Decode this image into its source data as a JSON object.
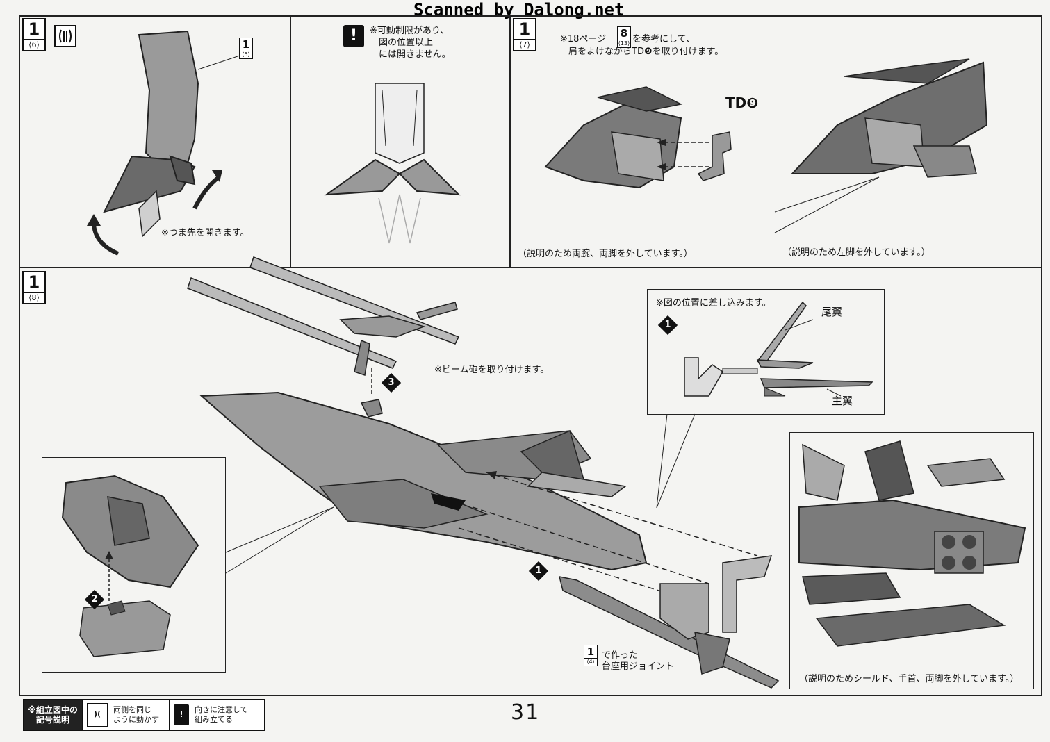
{
  "watermark": "Scanned by Dalong.net",
  "page_number": "31",
  "panels": {
    "p6": {
      "step": "1",
      "sub": "⟨6⟩",
      "ref_step": "1",
      "ref_sub": "⟨5⟩",
      "note": "※つま先を開きます。"
    },
    "p6b": {
      "warning_lines": [
        "※可動制限があり、",
        "図の位置以上",
        "には開きません。"
      ]
    },
    "p7": {
      "step": "1",
      "sub": "⟨7⟩",
      "ref_step": "8",
      "ref_sub": "⟨13⟩",
      "note_line1_a": "※18ページ",
      "note_line1_b": "を参考にして、",
      "note_line2": "肩をよけながらTD❾を取り付けます。",
      "part_label": "TD❾",
      "caption_left": "（説明のため両腕、両脚を外しています。）",
      "caption_right": "（説明のため左脚を外しています。）"
    },
    "p8": {
      "step": "1",
      "sub": "⟨8⟩",
      "beam_note": "※ビーム砲を取り付けます。",
      "inset_note": "※図の位置に差し込みます。",
      "tail_label": "尾翼",
      "main_wing_label": "主翼",
      "joint_ref_step": "1",
      "joint_ref_sub": "⟨4⟩",
      "joint_line1": "で作った",
      "joint_line2": "台座用ジョイント",
      "caption_bottom_right": "（説明のためシールド、手首、両脚を外しています。）",
      "markers": [
        "1",
        "2",
        "3",
        "1"
      ]
    }
  },
  "legend": {
    "title_line1": "※組立図中の",
    "title_line2": "記号説明",
    "item1_line1": "両側を同じ",
    "item1_line2": "ように動かす",
    "item2_line1": "向きに注意して",
    "item2_line2": "組み立てる"
  },
  "colors": {
    "ink": "#111111",
    "paper": "#f4f4f2",
    "shade": "#8a8a8a"
  }
}
